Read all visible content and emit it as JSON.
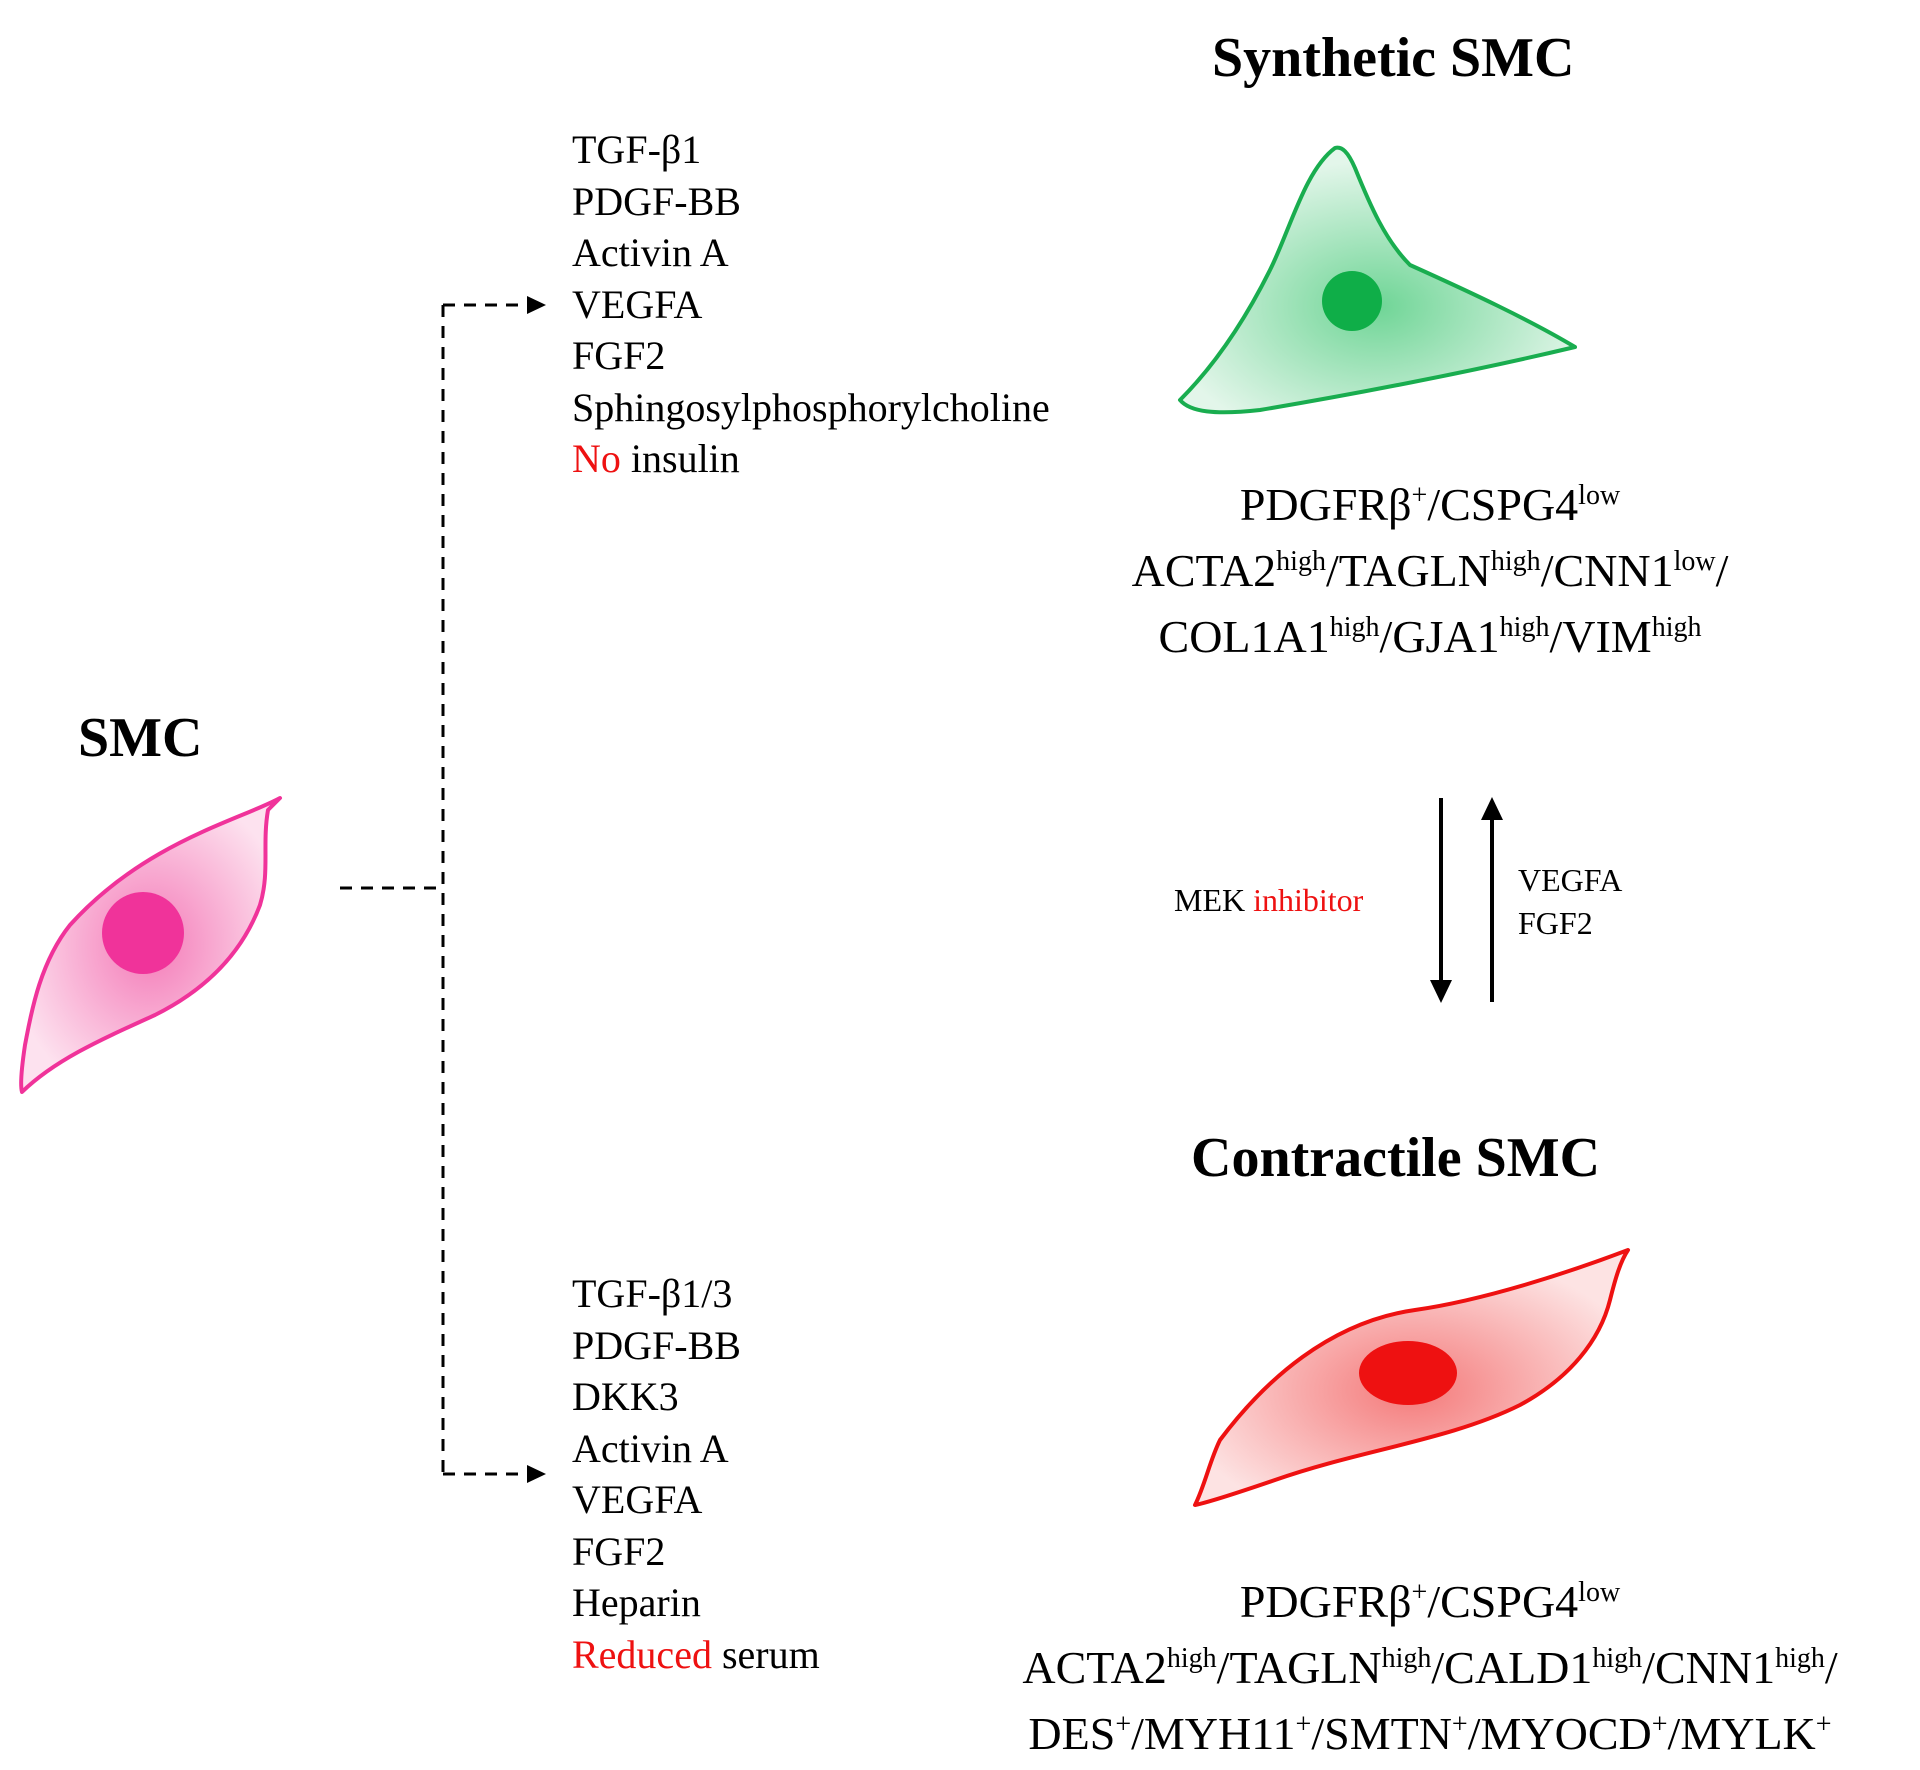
{
  "smc": {
    "title": "SMC",
    "color": "#f0339a"
  },
  "synthetic": {
    "title": "Synthetic SMC",
    "color": "#19ad4f",
    "factors": [
      {
        "text": "TGF-β1"
      },
      {
        "text": "PDGF-BB"
      },
      {
        "text": "Activin A"
      },
      {
        "text": "VEGFA"
      },
      {
        "text": "FGF2"
      },
      {
        "text": "Sphingosylphosphorylcholine"
      },
      {
        "red": "No",
        "rest": " insulin"
      }
    ],
    "marker_lines": [
      [
        {
          "name": "PDGFRβ",
          "sup": "+"
        },
        {
          "name": "/CSPG4",
          "sup": "low"
        }
      ],
      [
        {
          "name": "ACTA2",
          "sup": "high"
        },
        {
          "name": "/TAGLN",
          "sup": "high"
        },
        {
          "name": "/CNN1",
          "sup": "low"
        },
        {
          "name": "/",
          "sup": ""
        }
      ],
      [
        {
          "name": "COL1A1",
          "sup": "high"
        },
        {
          "name": "/GJA1",
          "sup": "high"
        },
        {
          "name": "/VIM",
          "sup": "high"
        }
      ]
    ]
  },
  "contractile": {
    "title": "Contractile SMC",
    "color": "#ee1111",
    "factors": [
      {
        "text": "TGF-β1/3"
      },
      {
        "text": "PDGF-BB"
      },
      {
        "text": "DKK3"
      },
      {
        "text": "Activin A"
      },
      {
        "text": "VEGFA"
      },
      {
        "text": "FGF2"
      },
      {
        "text": "Heparin"
      },
      {
        "red": "Reduced",
        "rest": " serum"
      }
    ],
    "marker_lines": [
      [
        {
          "name": "PDGFRβ",
          "sup": "+"
        },
        {
          "name": "/CSPG4",
          "sup": "low"
        }
      ],
      [
        {
          "name": "ACTA2",
          "sup": "high"
        },
        {
          "name": "/TAGLN",
          "sup": "high"
        },
        {
          "name": "/CALD1",
          "sup": "high"
        },
        {
          "name": "/CNN1",
          "sup": "high"
        },
        {
          "name": "/",
          "sup": ""
        }
      ],
      [
        {
          "name": "DES",
          "sup": "+"
        },
        {
          "name": "/MYH11",
          "sup": "+"
        },
        {
          "name": "/SMTN",
          "sup": "+"
        },
        {
          "name": "/MYOCD",
          "sup": "+"
        },
        {
          "name": "/MYLK",
          "sup": "+"
        }
      ]
    ]
  },
  "transition": {
    "down_label_black": "MEK ",
    "down_label_red": "inhibitor",
    "up_labels": [
      "VEGFA",
      "FGF2"
    ]
  }
}
